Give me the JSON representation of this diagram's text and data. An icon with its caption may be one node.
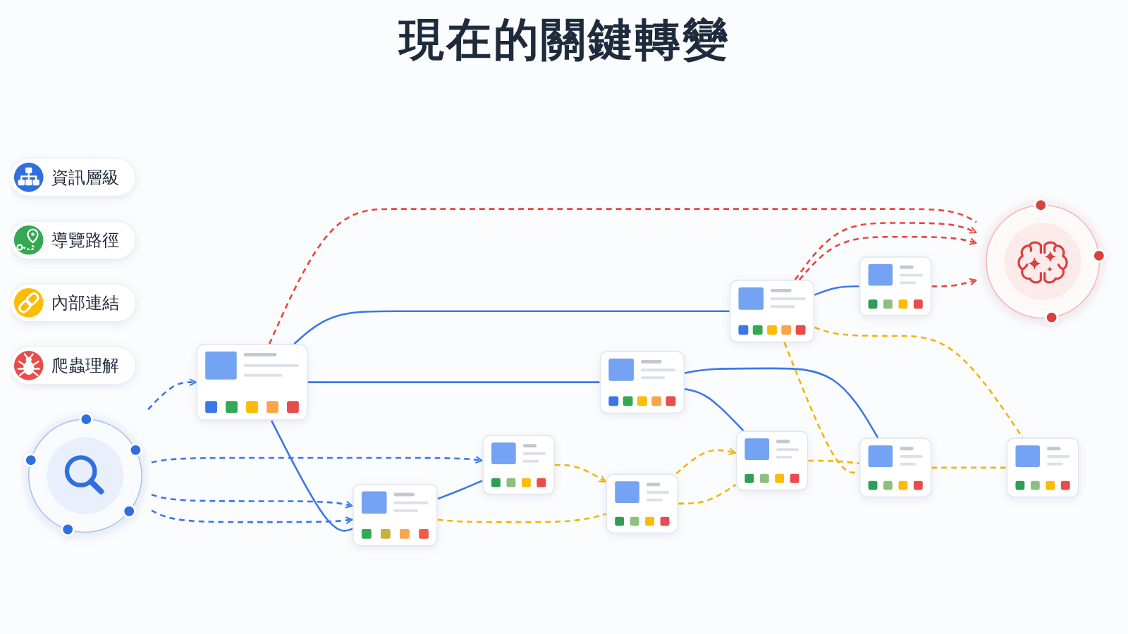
{
  "diagram": {
    "title": "現在的關鍵轉變",
    "nodes": [
      {
        "text": [
          "資訊層級"
        ]
      },
      {
        "text": [
          "導覽路徑"
        ]
      },
      {
        "text": [
          "內部連結"
        ]
      },
      {
        "text": [
          "爬蟲理解"
        ]
      },
      {
        "text": [],
        "shape": "circle"
      },
      {
        "text": [],
        "shape": "box"
      },
      {
        "text": [],
        "shape": "box"
      },
      {
        "text": [],
        "shape": "box"
      },
      {
        "text": [],
        "shape": "box"
      },
      {
        "text": [],
        "shape": "box"
      },
      {
        "text": [],
        "shape": "box"
      },
      {
        "text": [],
        "shape": "box"
      },
      {
        "text": [],
        "shape": "box"
      },
      {
        "text": [],
        "shape": "box"
      },
      {
        "text": [],
        "shape": "box"
      },
      {
        "text": [],
        "shape": "circle"
      }
    ],
    "edges": [
      {
        "from": 4,
        "to": 5,
        "arrow": "to",
        "style": "dashed"
      },
      {
        "from": 4,
        "to": 6,
        "arrow": "to",
        "style": "dashed"
      },
      {
        "from": 4,
        "to": 6,
        "arrow": "to",
        "style": "dashed"
      },
      {
        "from": 4,
        "to": 9,
        "arrow": "to",
        "style": "dashed"
      },
      {
        "from": 5,
        "to": 15,
        "arrow": "none",
        "style": "dashed",
        "color": "#e8453c"
      },
      {
        "from": 8,
        "to": 15,
        "arrow": "to",
        "style": "dashed",
        "color": "#e8453c"
      },
      {
        "from": 8,
        "to": 15,
        "arrow": "to",
        "style": "dashed",
        "color": "#e8453c"
      },
      {
        "from": 14,
        "to": 15,
        "arrow": "to",
        "style": "dashed",
        "color": "#e8453c"
      },
      {
        "from": 5,
        "to": 6,
        "arrow": "none"
      },
      {
        "from": 5,
        "to": 7,
        "arrow": "none"
      },
      {
        "from": 5,
        "to": 8,
        "arrow": "none"
      },
      {
        "from": 6,
        "to": 9,
        "arrow": "none"
      },
      {
        "from": 7,
        "to": 11,
        "arrow": "none"
      },
      {
        "from": 7,
        "to": 12,
        "arrow": "none"
      },
      {
        "from": 8,
        "to": 14,
        "arrow": "none"
      },
      {
        "from": 9,
        "to": 10,
        "arrow": "to",
        "style": "dashed",
        "color": "#f4b400"
      },
      {
        "from": 10,
        "to": 11,
        "arrow": "to",
        "style": "dashed",
        "color": "#f4b400"
      },
      {
        "from": 11,
        "to": 12,
        "arrow": "none",
        "style": "dashed",
        "color": "#f4b400"
      },
      {
        "from": 6,
        "to": 10,
        "arrow": "none",
        "style": "dashed",
        "color": "#f4b400"
      },
      {
        "from": 10,
        "to": 11,
        "arrow": "none",
        "style": "dashed",
        "color": "#f4b400"
      },
      {
        "from": 8,
        "to": 12,
        "arrow": "none",
        "style": "dashed",
        "color": "#f4b400"
      },
      {
        "from": 8,
        "to": 13,
        "arrow": "none",
        "style": "dashed",
        "color": "#f4b400"
      },
      {
        "from": 12,
        "to": 13,
        "arrow": "none",
        "style": "dashed",
        "color": "#f4b400"
      }
    ]
  }
}
